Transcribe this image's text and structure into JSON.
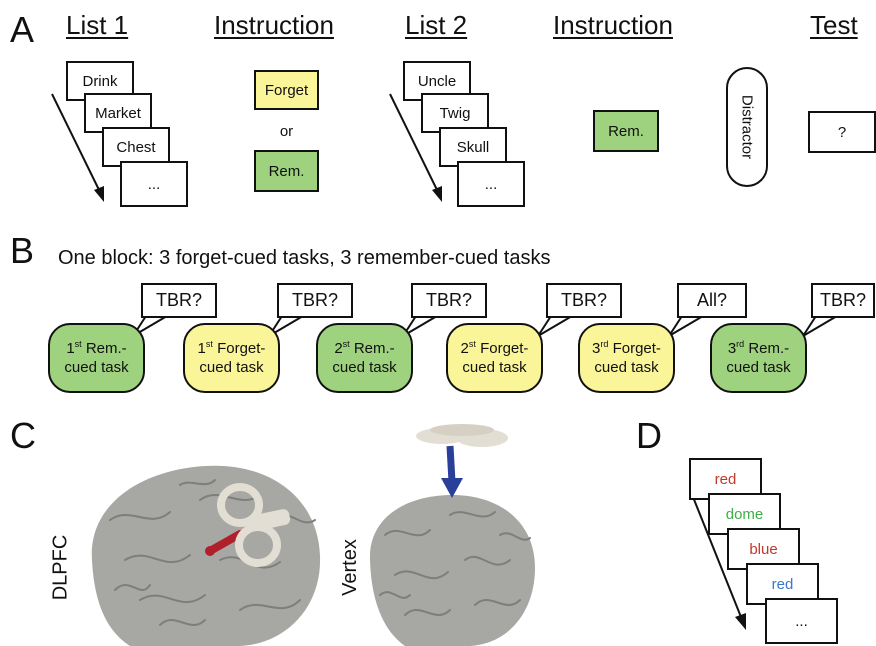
{
  "panels": {
    "a": "A",
    "b": "B",
    "c": "C",
    "d": "D"
  },
  "panel_a": {
    "headings": {
      "list1": "List 1",
      "instruction1": "Instruction",
      "list2": "List 2",
      "instruction2": "Instruction",
      "test": "Test"
    },
    "list1_words": [
      "Drink",
      "Market",
      "Chest",
      "..."
    ],
    "list2_words": [
      "Uncle",
      "Twig",
      "Skull",
      "..."
    ],
    "cue_forget": "Forget",
    "cue_or": "or",
    "cue_rem": "Rem.",
    "cue_rem2": "Rem.",
    "distractor": "Distractor",
    "test_item": "?"
  },
  "panel_b": {
    "title": "One block: 3 forget-cued tasks, 3 remember-cued tasks",
    "tasks": [
      {
        "ord": "1",
        "sup": "st",
        "line1": "Rem.-",
        "line2": "cued task",
        "type": "rem",
        "bubble": "TBR?"
      },
      {
        "ord": "1",
        "sup": "st",
        "line1": "Forget-",
        "line2": "cued task",
        "type": "forget",
        "bubble": "TBR?"
      },
      {
        "ord": "2",
        "sup": "st",
        "line1": "Rem.-",
        "line2": "cued task",
        "type": "rem",
        "bubble": "TBR?"
      },
      {
        "ord": "2",
        "sup": "st",
        "line1": "Forget-",
        "line2": "cued task",
        "type": "forget",
        "bubble": "TBR?"
      },
      {
        "ord": "3",
        "sup": "rd",
        "line1": "Forget-",
        "line2": "cued task",
        "type": "forget",
        "bubble": "All?"
      },
      {
        "ord": "3",
        "sup": "rd",
        "line1": "Rem.-",
        "line2": "cued task",
        "type": "rem",
        "bubble": "TBR?"
      }
    ]
  },
  "panel_c": {
    "label_left": "DLPFC",
    "label_right": "Vertex"
  },
  "panel_d": {
    "words": [
      {
        "text": "red",
        "color": "#c0392b"
      },
      {
        "text": "dome",
        "color": "#3cb043"
      },
      {
        "text": "blue",
        "color": "#c0392b"
      },
      {
        "text": "red",
        "color": "#3a78c8"
      },
      {
        "text": "...",
        "color": "#111111"
      }
    ]
  },
  "colors": {
    "forget": "#fbf59a",
    "rem": "#9ed27f",
    "brain": "#a7a7a3",
    "coil": "#e3ded4",
    "pointer_red": "#b0202a",
    "pointer_blue": "#2a3f9a"
  }
}
